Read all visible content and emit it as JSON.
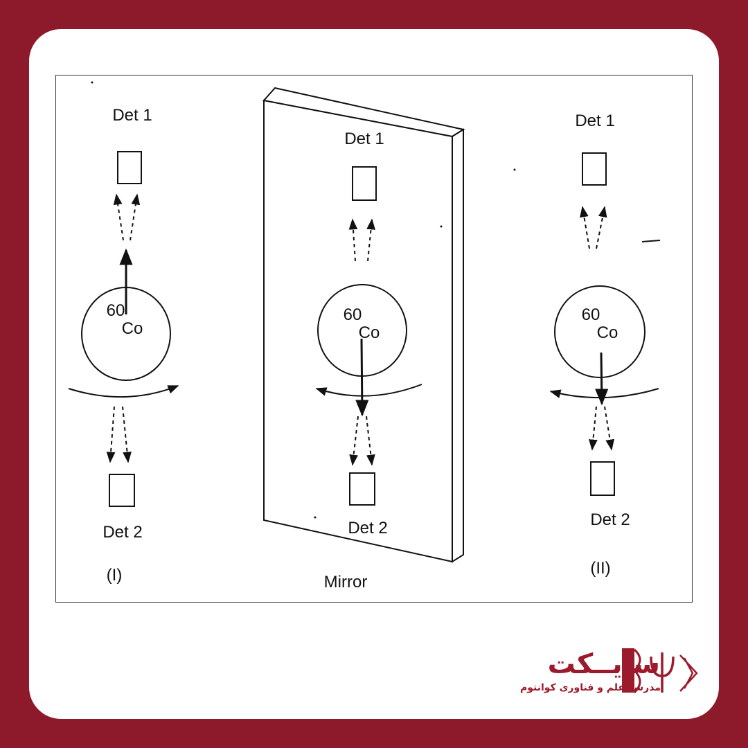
{
  "diagram": {
    "left": {
      "det1": "Det 1",
      "det2": "Det 2",
      "mass": "60",
      "element": "Co",
      "caption": "(I)"
    },
    "center": {
      "det1": "Det 1",
      "det2": "Det 2",
      "mass": "60",
      "element": "Co",
      "caption": "Mirror"
    },
    "right": {
      "det1": "Det 1",
      "det2": "Det 2",
      "mass": "60",
      "element": "Co",
      "caption": "(II)"
    }
  },
  "brand": {
    "name": "سایــکت",
    "tagline": "مدرسه علم و فناوری کوانتوم",
    "color": "#9b1a2b",
    "background": "#8d1a2b"
  }
}
